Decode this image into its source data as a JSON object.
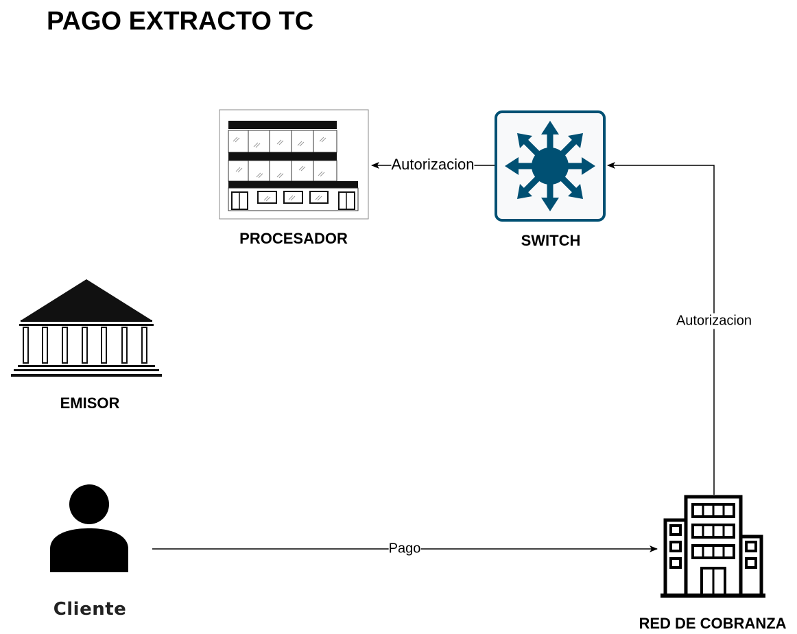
{
  "title": "PAGO EXTRACTO TC",
  "nodes": {
    "procesador": {
      "label": "PROCESADOR"
    },
    "switch": {
      "label": "SWITCH"
    },
    "emisor": {
      "label": "EMISOR"
    },
    "cliente": {
      "label": "Cliente"
    },
    "red_cobranza": {
      "label": "RED DE COBRANZA"
    }
  },
  "edges": {
    "switch_to_procesador": {
      "label": "Autorizacion"
    },
    "red_to_switch": {
      "label": "Autorizacion"
    },
    "cliente_to_red": {
      "label": "Pago"
    }
  },
  "colors": {
    "switch_fill": "#005073",
    "switch_bg": "#f8f9fa",
    "line": "#000000"
  },
  "icons": {
    "procesador": "office-building-icon",
    "switch": "network-switch-icon",
    "emisor": "bank-icon",
    "cliente": "user-icon",
    "red_cobranza": "corporate-building-icon"
  }
}
